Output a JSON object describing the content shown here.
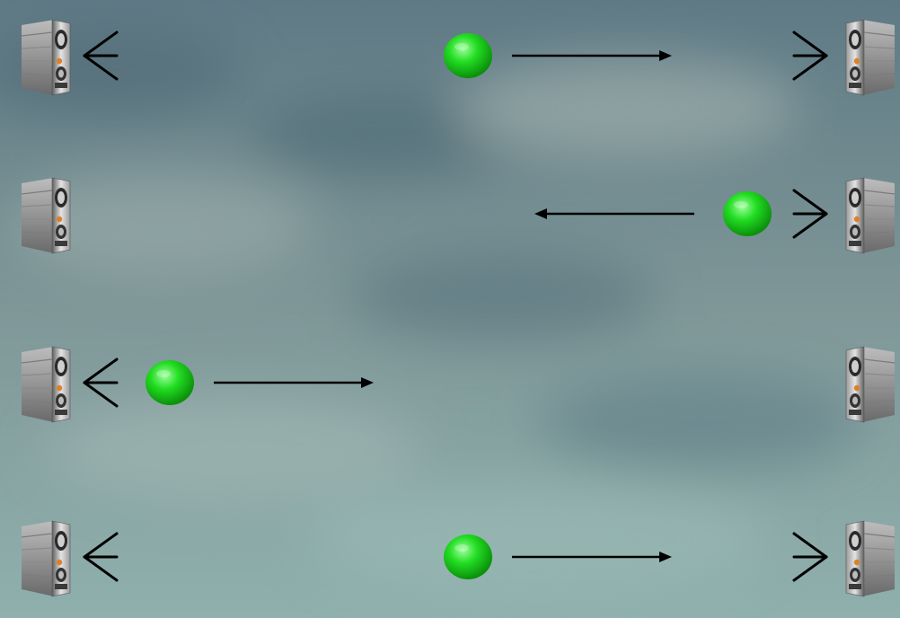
{
  "colors": {
    "sky_top": "#5f7a85",
    "sky_mid": "#7f9798",
    "sky_bottom": "#8fb0ad",
    "ball": "#22dd22",
    "ball_dark": "#0b8f0b",
    "ball_light": "#9dff9d",
    "arrow": "#000000",
    "waves": "#000000",
    "speaker_light": "#e4e4e4",
    "speaker_dark": "#5f5f5f"
  },
  "icons": {
    "speaker": "loudspeaker-icon",
    "sound_waves": "sound-waves-icon",
    "ball": "green-sphere-icon",
    "arrow": "arrow-icon"
  },
  "rows": [
    {
      "left_speaker_active": true,
      "right_speaker_active": true,
      "ball_direction": "right",
      "ball_position": "center"
    },
    {
      "left_speaker_active": false,
      "right_speaker_active": true,
      "ball_direction": "left",
      "ball_position": "near-right"
    },
    {
      "left_speaker_active": true,
      "right_speaker_active": false,
      "ball_direction": "right",
      "ball_position": "near-left"
    },
    {
      "left_speaker_active": true,
      "right_speaker_active": true,
      "ball_direction": "right",
      "ball_position": "center"
    }
  ]
}
